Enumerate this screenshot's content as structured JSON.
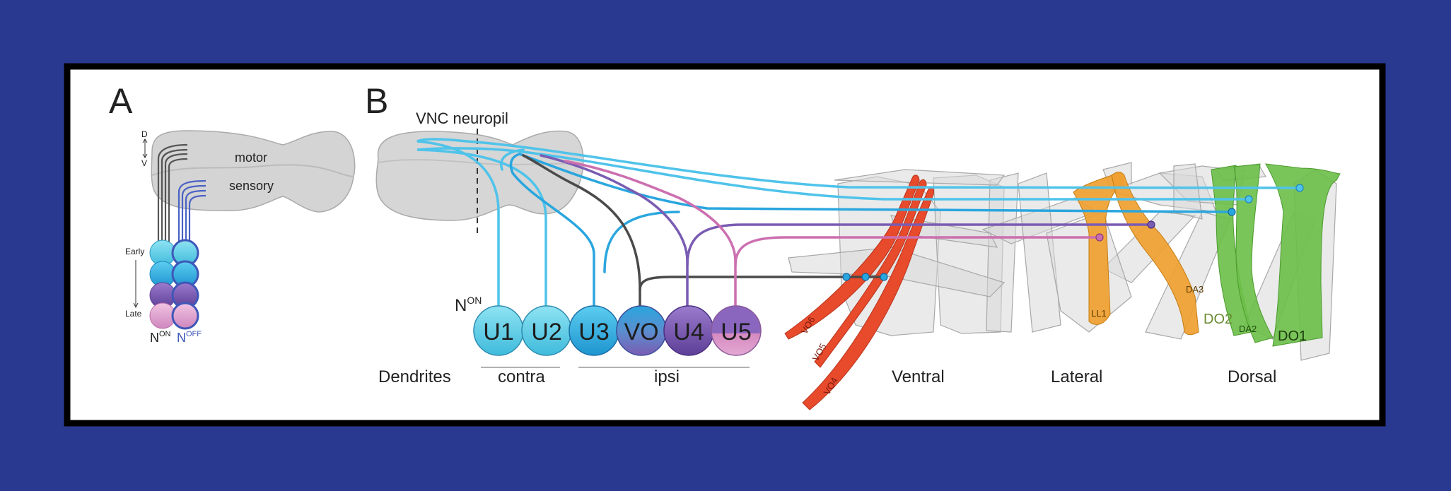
{
  "panel_a": {
    "letter": "A",
    "regions": {
      "motor": "motor",
      "sensory": "sensory"
    },
    "axis": {
      "dorsal": "D",
      "ventral": "V"
    },
    "time": {
      "early": "Early",
      "late": "Late"
    },
    "groups": {
      "on": {
        "base": "N",
        "sup": "ON"
      },
      "off": {
        "base": "N",
        "sup": "OFF"
      }
    }
  },
  "panel_b": {
    "letter": "B",
    "neuropil_label": "VNC neuropil",
    "non_label": {
      "base": "N",
      "sup": "ON"
    },
    "neurons": [
      "U1",
      "U2",
      "U3",
      "VO",
      "U4",
      "U5"
    ],
    "bottom_labels": {
      "dendrites": "Dendrites",
      "contra": "contra",
      "ipsi": "ipsi"
    },
    "muscle_groups": {
      "ventral": "Ventral",
      "lateral": "Lateral",
      "dorsal": "Dorsal"
    },
    "muscles": {
      "vo6": "VO6",
      "vo5": "VO5",
      "vo4": "VO4",
      "ll1": "LL1",
      "da3": "DA3",
      "do2": "DO2",
      "da2": "DA2",
      "do1": "DO1"
    }
  },
  "colors": {
    "background": "#2a3990",
    "u1_u2": "#4fc3ea",
    "u3": "#2aa6de",
    "vo": "#4a4a4a",
    "u4": "#7a5cb2",
    "u5": "#cc6fb0",
    "ventral_muscle": "#e84a2c",
    "lateral_muscle": "#f0a030",
    "dorsal_muscle": "#6cbf48",
    "n_off": "#3e57b8"
  }
}
